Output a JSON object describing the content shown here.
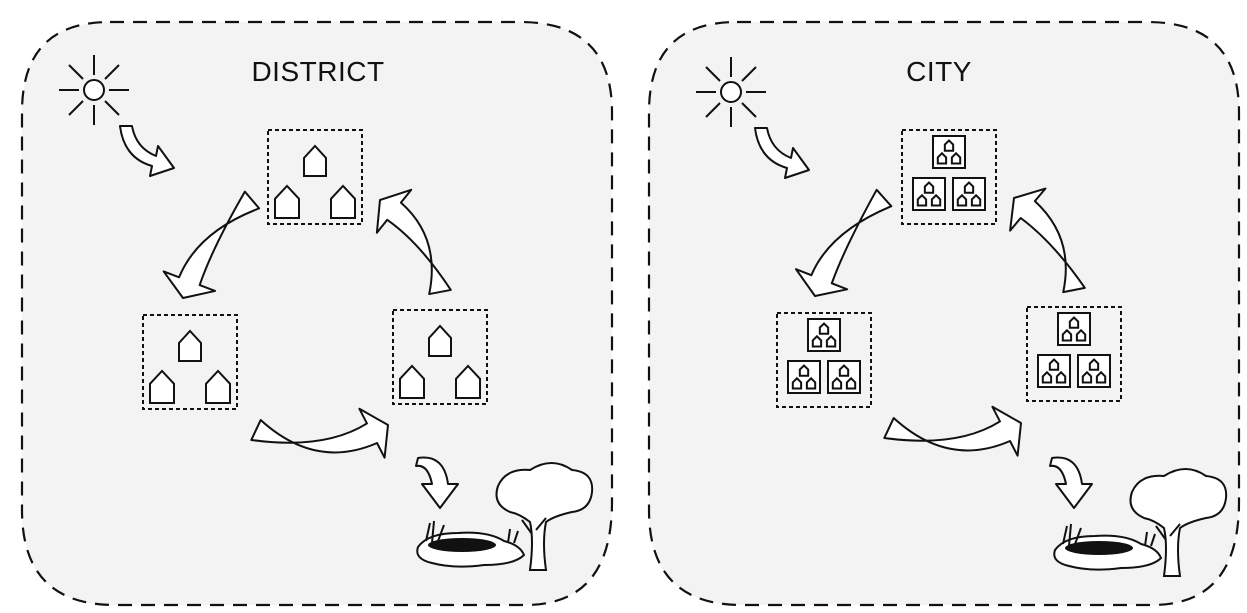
{
  "panels": [
    {
      "title": "DISTRICT",
      "unit": "house"
    },
    {
      "title": "CITY",
      "unit": "district"
    }
  ],
  "colors": {
    "background": "#f3f3f3",
    "stroke": "#111111",
    "fill": "#ffffff"
  },
  "icons": [
    "sun-icon",
    "curved-arrow-icon",
    "house-icon",
    "district-icon",
    "tree-icon",
    "pond-icon"
  ]
}
